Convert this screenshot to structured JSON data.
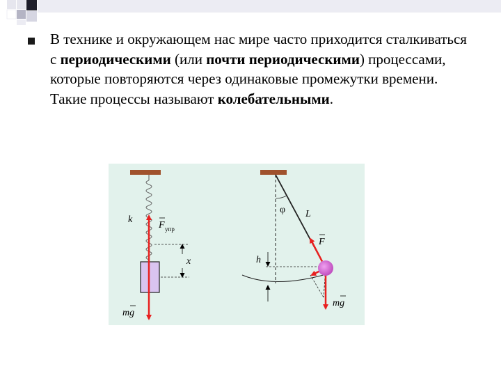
{
  "paragraph": {
    "t1": "В технике и окружающем нас мире часто приходится сталкиваться с ",
    "b1": "периодическими",
    "t2": " (или ",
    "b2": "почти периодическими",
    "t3": ") процессами, которые повторяются через одинаковые промежутки времени. Такие процессы называют ",
    "b3": "колебательными",
    "t4": "."
  },
  "figure": {
    "spring": {
      "k": "k",
      "force": "F",
      "force_sub": "упр",
      "x": "x",
      "mg": "mg"
    },
    "pendulum": {
      "phi": "φ",
      "L": "L",
      "h": "h",
      "force": "F",
      "mg": "mg"
    }
  },
  "colors": {
    "arrow_red": "#e8201f",
    "block": "#d9c4f0",
    "ball": "#d070d0",
    "figure_bg": "#e2f2ec",
    "ceiling": "#a0522d"
  }
}
